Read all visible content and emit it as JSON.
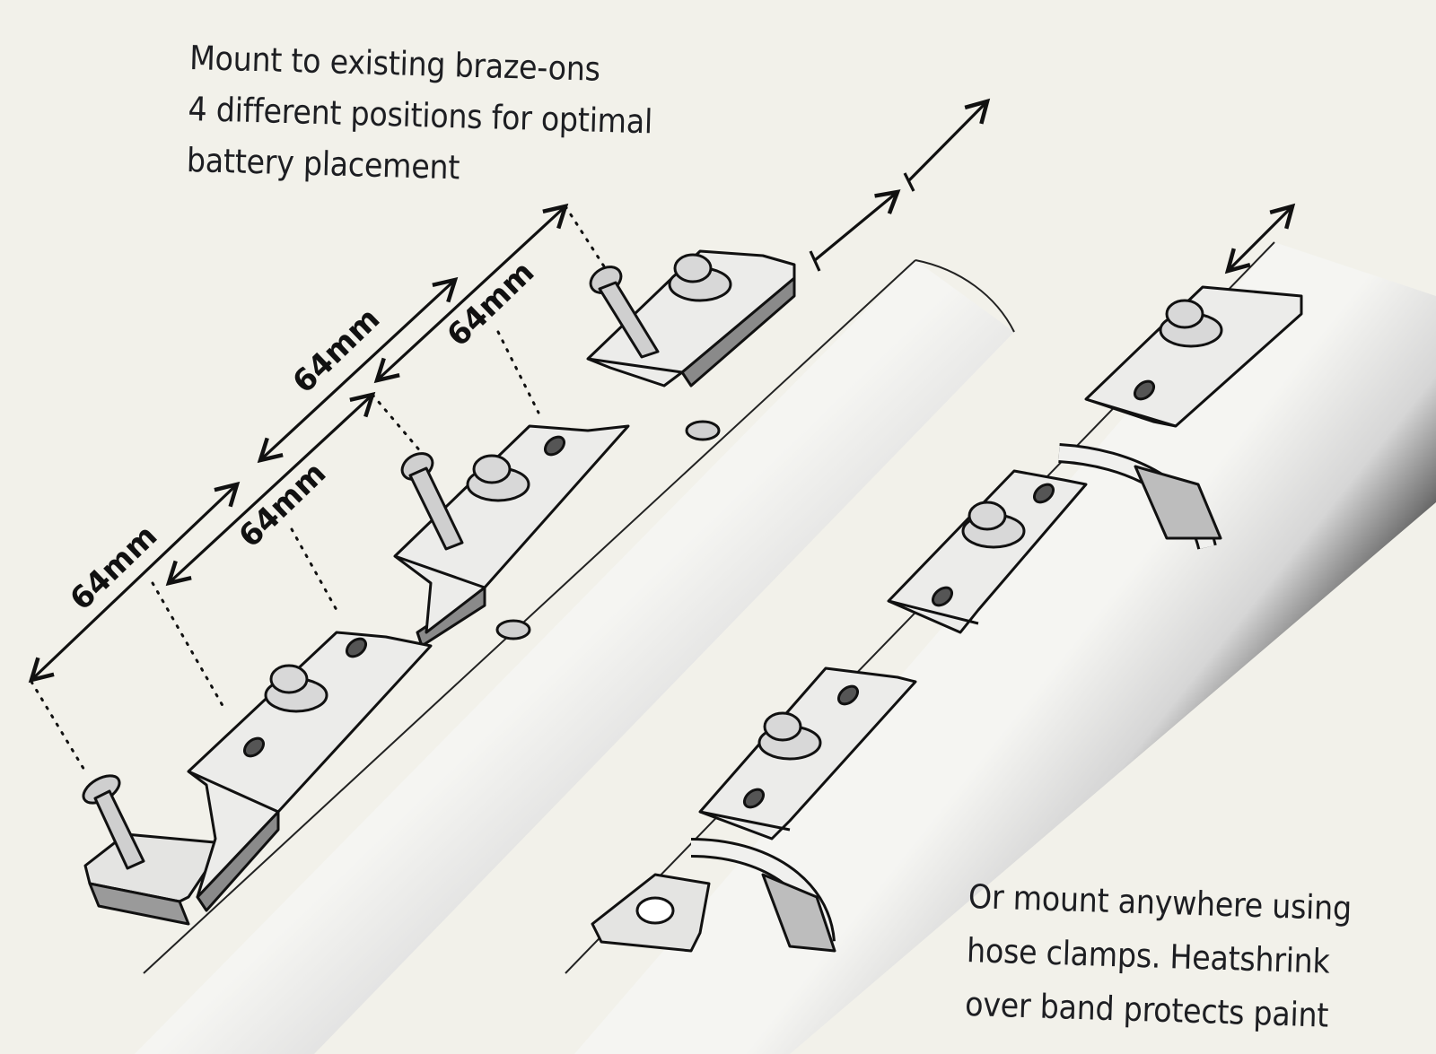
{
  "captions": {
    "top": [
      "Mount to existing braze-ons",
      "4 different positions for optimal",
      "battery placement"
    ],
    "bottom": [
      "Or mount anywhere using",
      "hose clamps.  Heatshrink",
      "over band protects paint"
    ]
  },
  "dimensions": [
    "64mm",
    "64mm",
    "64mm",
    "64mm"
  ],
  "colors": {
    "background": "#f2f1ea",
    "ink": "#111111",
    "tube_light": "#f4f4f1",
    "tube_dark": "#3c3c3c"
  }
}
